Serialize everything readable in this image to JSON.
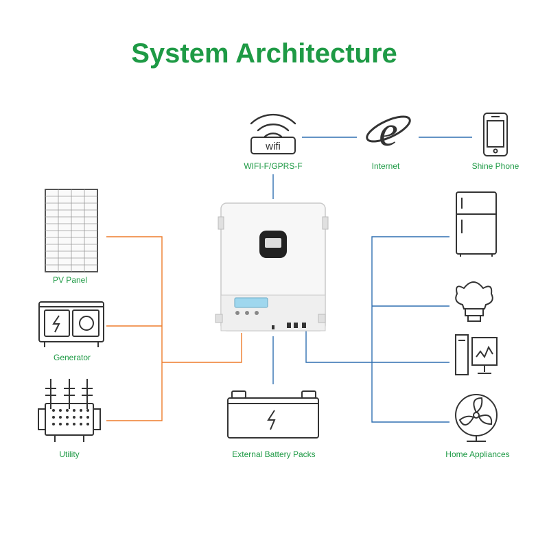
{
  "title": "System Architecture",
  "colors": {
    "title": "#1e9a45",
    "labels": "#1e9a45",
    "dc_input_lines": "#ee7c2b",
    "comm_ac_lines": "#2f6fb0",
    "icon_stroke": "#333333"
  },
  "nodes": {
    "wifi": {
      "label": "WIFI-F/GPRS-F",
      "badge": "wifi",
      "icon": "wifi-icon"
    },
    "internet": {
      "label": "Internet",
      "icon": "internet-explorer-icon"
    },
    "phone": {
      "label": "Shine Phone",
      "icon": "smartphone-icon"
    },
    "pv_panel": {
      "label": "PV Panel",
      "icon": "solar-panel-icon"
    },
    "generator": {
      "label": "Generator",
      "icon": "generator-icon"
    },
    "utility": {
      "label": "Utility",
      "icon": "utility-grid-icon"
    },
    "battery": {
      "label": "External Battery Packs",
      "icon": "battery-icon"
    },
    "appliances": {
      "label": "Home Appliances",
      "icon": "refrigerator-icon"
    },
    "inverter": {
      "label": "",
      "icon": "inverter-icon"
    }
  }
}
